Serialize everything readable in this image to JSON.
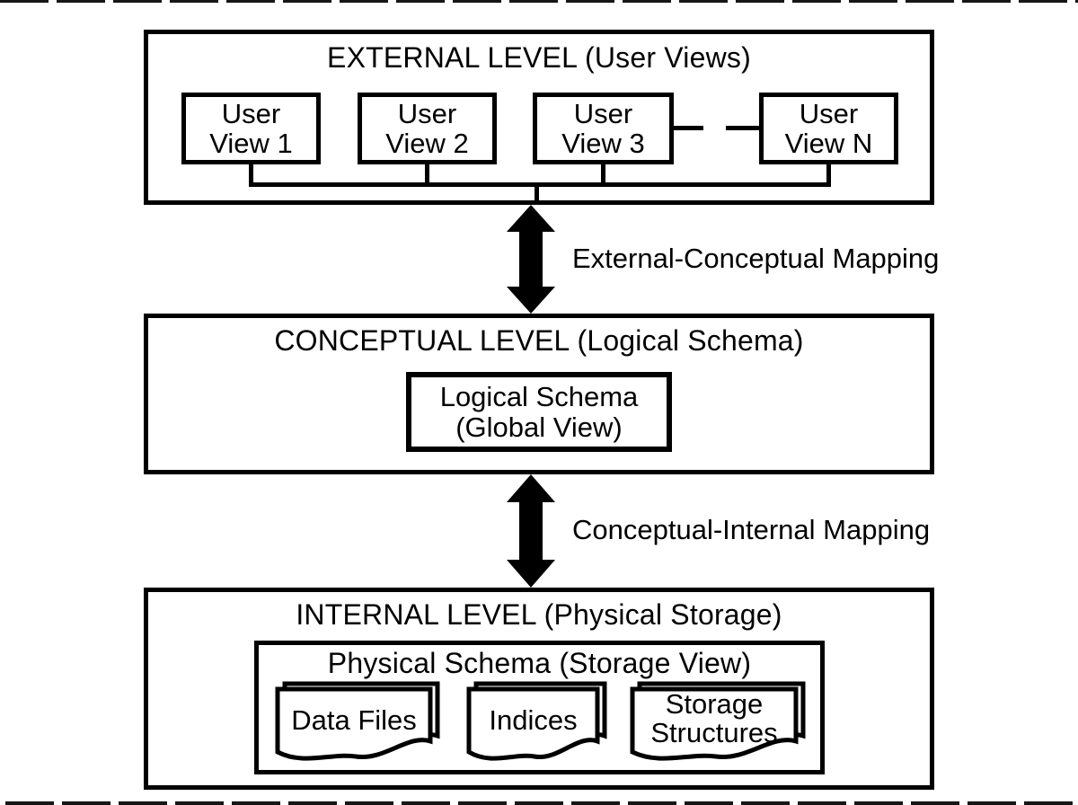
{
  "page": {
    "background": "#ffffff",
    "ink": "#000000"
  },
  "external_level": {
    "title": "EXTERNAL LEVEL (User Views)",
    "user_views": [
      {
        "line1": "User",
        "line2": "View 1"
      },
      {
        "line1": "User",
        "line2": "View 2"
      },
      {
        "line1": "User",
        "line2": "View 3"
      },
      {
        "line1": "User",
        "line2": "View N"
      }
    ]
  },
  "mappings": {
    "external_conceptual": "External-Conceptual Mapping",
    "conceptual_internal": "Conceptual-Internal Mapping"
  },
  "conceptual_level": {
    "title": "CONCEPTUAL LEVEL (Logical Schema)",
    "schema_box": {
      "line1": "Logical Schema",
      "line2": "(Global View)"
    }
  },
  "internal_level": {
    "title": "INTERNAL LEVEL (Physical Storage)",
    "physical_schema_title": "Physical Schema (Storage View)",
    "documents": [
      {
        "label": "Data Files"
      },
      {
        "label": "Indices"
      },
      {
        "line1": "Storage",
        "line2": "Structures"
      }
    ]
  }
}
